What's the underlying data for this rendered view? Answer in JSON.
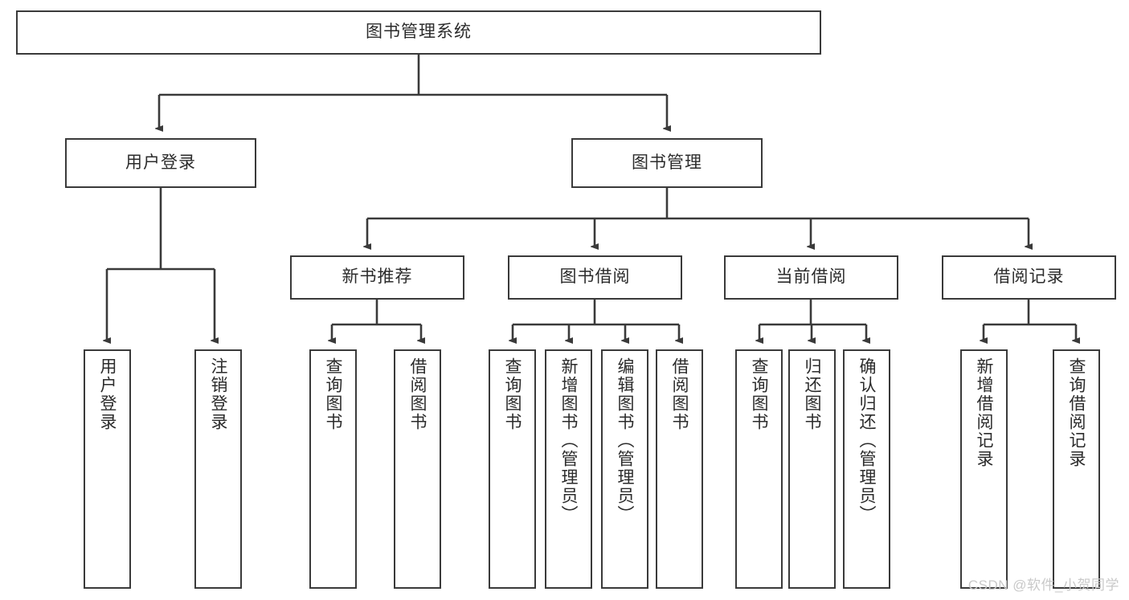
{
  "diagram": {
    "title": "图书管理系统",
    "type": "tree-hierarchy",
    "watermark": "CSDN @软件_小贺同学",
    "colors": {
      "stroke": "#3a3a3a",
      "fill": "#ffffff",
      "text": "#2b2b2b",
      "watermark": "#c9c9c9"
    },
    "nodes": {
      "root": {
        "label": "图书管理系统"
      },
      "level2": [
        {
          "label": "用户登录"
        },
        {
          "label": "图书管理"
        }
      ],
      "level3": [
        {
          "label": "新书推荐"
        },
        {
          "label": "图书借阅"
        },
        {
          "label": "当前借阅"
        },
        {
          "label": "借阅记录"
        }
      ],
      "leaves_user_login": [
        {
          "label": "用户登录"
        },
        {
          "label": "注销登录"
        }
      ],
      "leaves_new_book": [
        {
          "label": "查询图书"
        },
        {
          "label": "借阅图书"
        }
      ],
      "leaves_borrow": [
        {
          "label": "查询图书"
        },
        {
          "label": "新增图书（管理员）"
        },
        {
          "label": "编辑图书（管理员）"
        },
        {
          "label": "借阅图书"
        }
      ],
      "leaves_current": [
        {
          "label": "查询图书"
        },
        {
          "label": "归还图书"
        },
        {
          "label": "确认归还（管理员）"
        }
      ],
      "leaves_records": [
        {
          "label": "新增借阅记录"
        },
        {
          "label": "查询借阅记录"
        }
      ]
    }
  }
}
